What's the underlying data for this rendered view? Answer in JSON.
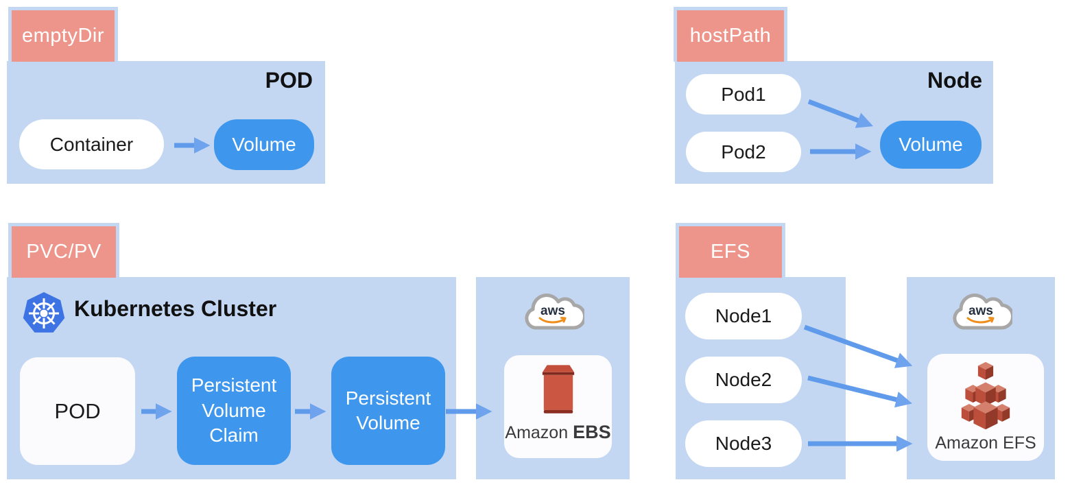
{
  "colors": {
    "tab_salmon": "#EE958B",
    "panel_blue": "#C3D7F3",
    "box_blue": "#3E97ED",
    "arrow_blue": "#5F9BEA",
    "kubernetes_blue": "#3D73E3",
    "aws_orange": "#EF8E1C",
    "aws_navy": "#232F3E",
    "ebs_red": "#CB5743",
    "efs_red": "#BC4F3B"
  },
  "icons": {
    "kubernetes-icon": "blue heptagon with white ship wheel",
    "aws-cloud-icon": "white cloud, gray outline, aws wordmark with orange smile",
    "amazon-ebs-icon": "red storage box with lid",
    "amazon-efs-icon": "pyramid stack of red 3D cubes"
  },
  "sections": {
    "emptyDir": {
      "tab": "emptyDir",
      "title": "POD",
      "container": "Container",
      "volume": "Volume"
    },
    "hostPath": {
      "tab": "hostPath",
      "title": "Node",
      "pods": [
        "Pod1",
        "Pod2"
      ],
      "volume": "Volume"
    },
    "pvcpv": {
      "tab": "PVC/PV",
      "cluster_title": "Kubernetes Cluster",
      "pod": "POD",
      "pvc": "Persistent Volume Claim",
      "pv": "Persistent Volume"
    },
    "ebs": {
      "aws_label": "aws",
      "brand": "Amazon",
      "product": "EBS"
    },
    "efs": {
      "tab": "EFS",
      "nodes": [
        "Node1",
        "Node2",
        "Node3"
      ],
      "aws_label": "aws",
      "label": "Amazon EFS"
    }
  }
}
